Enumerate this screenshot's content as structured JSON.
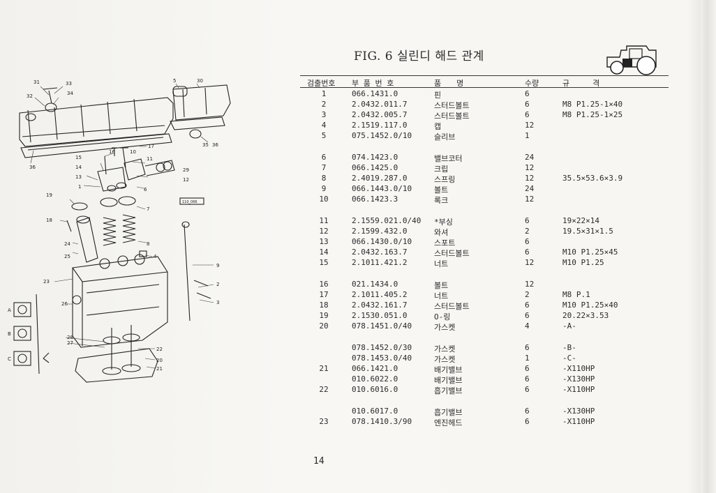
{
  "title": "FIG. 6 실린디 해드 관계",
  "headers": {
    "no": "검출번호",
    "part_no": "부 품 번 호",
    "name": "품　　명",
    "qty": "수량",
    "spec": "규　　　격"
  },
  "rows": [
    {
      "no": "1",
      "part_no": "066.1431.0",
      "name": "핀",
      "qty": "6",
      "spec": ""
    },
    {
      "no": "2",
      "part_no": "2.0432.011.7",
      "name": "스터드볼트",
      "qty": "6",
      "spec": "M8 P1.25-1×40"
    },
    {
      "no": "3",
      "part_no": "2.0432.005.7",
      "name": "스터드볼트",
      "qty": "6",
      "spec": "M8 P1.25-1×25"
    },
    {
      "no": "4",
      "part_no": "2.1519.117.0",
      "name": "캡",
      "qty": "12",
      "spec": ""
    },
    {
      "no": "5",
      "part_no": "075.1452.0/10",
      "name": "슬리브",
      "qty": "1",
      "spec": ""
    },
    {
      "no": "6",
      "part_no": "074.1423.0",
      "name": "밸브코터",
      "qty": "24",
      "spec": ""
    },
    {
      "no": "7",
      "part_no": "066.1425.0",
      "name": "크립",
      "qty": "12",
      "spec": ""
    },
    {
      "no": "8",
      "part_no": "2.4019.287.0",
      "name": "스프링",
      "qty": "12",
      "spec": "35.5×53.6×3.9"
    },
    {
      "no": "9",
      "part_no": "066.1443.0/10",
      "name": "볼트",
      "qty": "24",
      "spec": ""
    },
    {
      "no": "10",
      "part_no": "066.1423.3",
      "name": "록크",
      "qty": "12",
      "spec": ""
    },
    {
      "no": "11",
      "part_no": "2.1559.021.0/40",
      "name": "*부싱",
      "qty": "6",
      "spec": "19×22×14"
    },
    {
      "no": "12",
      "part_no": "2.1599.432.0",
      "name": "와셔",
      "qty": "2",
      "spec": "19.5×31×1.5"
    },
    {
      "no": "13",
      "part_no": "066.1430.0/10",
      "name": "스포트",
      "qty": "6",
      "spec": ""
    },
    {
      "no": "14",
      "part_no": "2.0432.163.7",
      "name": "스터드볼트",
      "qty": "6",
      "spec": "M10 P1.25×45"
    },
    {
      "no": "15",
      "part_no": "2.1011.421.2",
      "name": "너트",
      "qty": "12",
      "spec": "M10 P1.25"
    },
    {
      "no": "16",
      "part_no": "021.1434.0",
      "name": "볼트",
      "qty": "12",
      "spec": ""
    },
    {
      "no": "17",
      "part_no": "2.1011.405.2",
      "name": "너트",
      "qty": "2",
      "spec": "M8 P.1"
    },
    {
      "no": "18",
      "part_no": "2.0432.161.7",
      "name": "스터드볼트",
      "qty": "6",
      "spec": "M10 P1.25×40"
    },
    {
      "no": "19",
      "part_no": "2.1530.051.0",
      "name": "O-링",
      "qty": "6",
      "spec": "20.22×3.53"
    },
    {
      "no": "20",
      "part_no": "078.1451.0/40",
      "name": "가스켓",
      "qty": "4",
      "spec": "-A-"
    },
    {
      "no": "",
      "part_no": "078.1452.0/30",
      "name": "가스켓",
      "qty": "6",
      "spec": "-B-"
    },
    {
      "no": "",
      "part_no": "078.1453.0/40",
      "name": "가스켓",
      "qty": "1",
      "spec": "-C-"
    },
    {
      "no": "21",
      "part_no": "066.1421.0",
      "name": "배기밸브",
      "qty": "6",
      "spec": "-X110HP"
    },
    {
      "no": "",
      "part_no": "010.6022.0",
      "name": "배기밸브",
      "qty": "6",
      "spec": "-X130HP"
    },
    {
      "no": "22",
      "part_no": "010.6016.0",
      "name": "흡기밸브",
      "qty": "6",
      "spec": "-X110HP"
    },
    {
      "no": "",
      "part_no": "010.6017.0",
      "name": "흡기밸브",
      "qty": "6",
      "spec": "-X130HP"
    },
    {
      "no": "23",
      "part_no": "078.1410.3/90",
      "name": "엔진헤드",
      "qty": "6",
      "spec": "-X110HP"
    }
  ],
  "diagram_labels": {
    "n31": "31",
    "n33": "33",
    "n32": "32",
    "n34": "34",
    "n5": "5",
    "n30": "30",
    "n35": "35",
    "n36a": "36",
    "n36b": "36",
    "n17": "17",
    "n16": "16",
    "n10": "10",
    "n11": "11",
    "n15": "15",
    "n14": "14",
    "n13": "13",
    "n1": "1",
    "n29": "29",
    "n12": "12",
    "n6": "6",
    "n19": "19",
    "n7": "7",
    "n18": "18",
    "n8": "8",
    "n24": "24",
    "n25": "25",
    "n4": "4",
    "n9": "9",
    "n23": "23",
    "n2": "2",
    "n3": "3",
    "n26": "26",
    "n28": "28",
    "n27": "27",
    "n22": "22",
    "n20": "20",
    "n21": "21",
    "a": "A",
    "b": "B",
    "c": "C",
    "code": "110_066"
  },
  "page_number": "14"
}
